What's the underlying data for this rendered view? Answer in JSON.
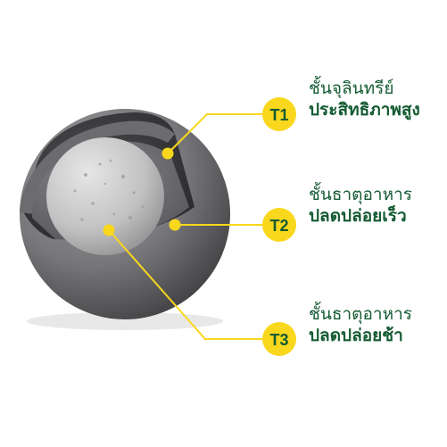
{
  "layers": [
    {
      "badge": "T1",
      "line1": "ชั้นจุลินทรีย์",
      "line2": "ประสิทธิภาพสูง"
    },
    {
      "badge": "T2",
      "line1": "ชั้นธาตุอาหาร",
      "line2": "ปลดปล่อยเร็ว"
    },
    {
      "badge": "T3",
      "line1": "ชั้นธาตุอาหาร",
      "line2": "ปลดปล่อยช้า"
    }
  ],
  "colors": {
    "badge_fill": "#f9d71c",
    "badge_text": "#155b32",
    "label_text": "#155b32",
    "leader_line": "#f9d71c",
    "marker_dot": "#f9d71c"
  }
}
